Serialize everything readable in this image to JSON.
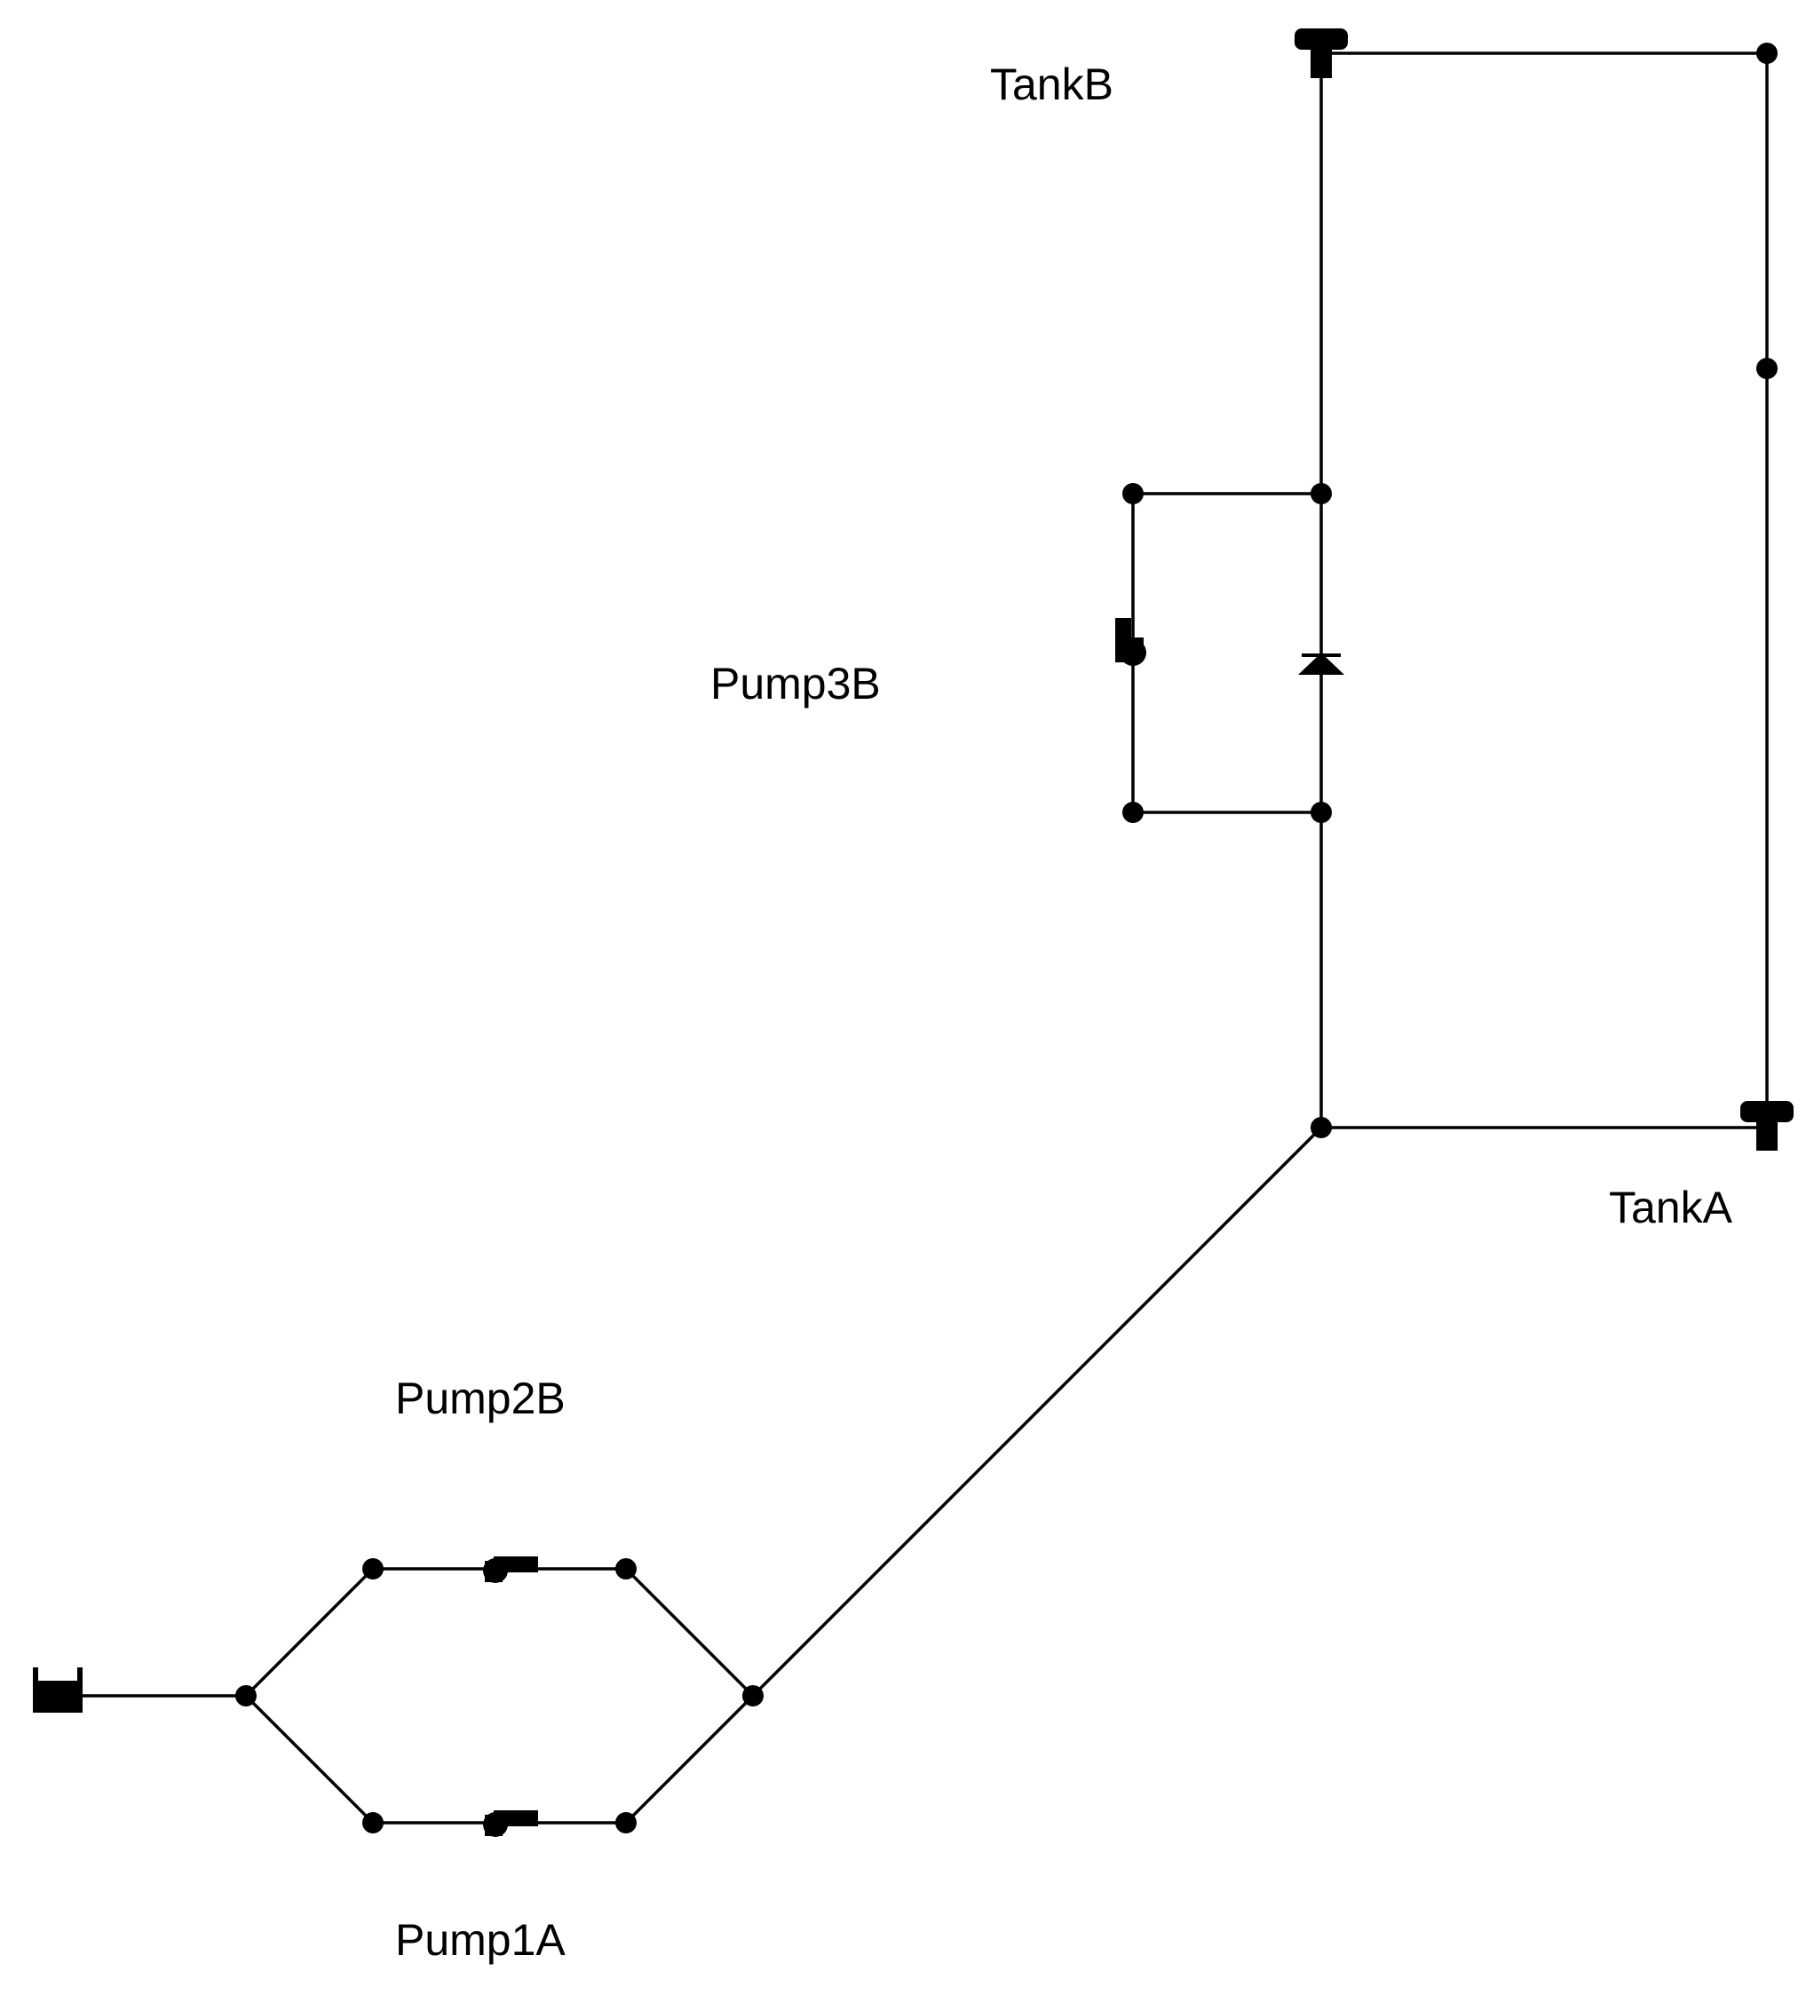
{
  "colors": {
    "background": "#ffffff",
    "line": "#000000",
    "node": "#000000"
  },
  "labels": {
    "tank_b": "TankB",
    "pump_3b": "Pump3B",
    "tank_a": "TankA",
    "pump_2b": "Pump2B",
    "pump_1a": "Pump1A"
  },
  "icons": {
    "reservoir": "reservoir-icon",
    "tank": "tank-icon",
    "pump": "pump-icon",
    "check_valve": "check-valve-icon",
    "junction": "junction-node-icon"
  }
}
